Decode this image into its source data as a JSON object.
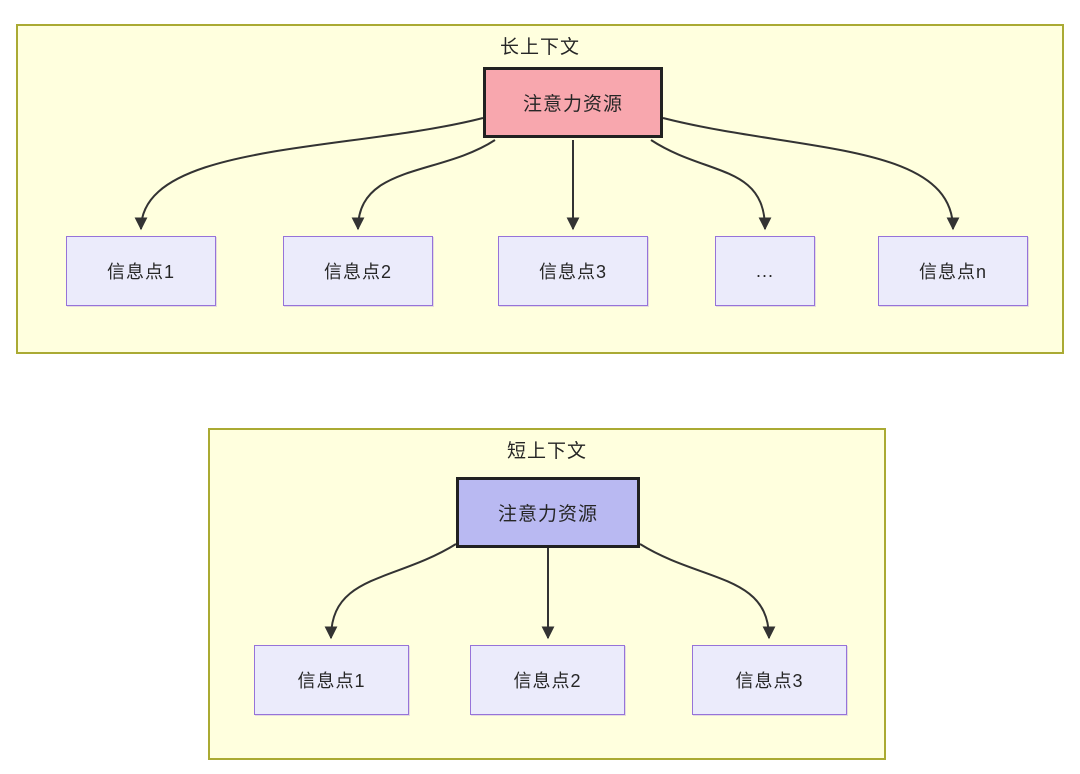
{
  "colors": {
    "container_fill": "#ffffde",
    "container_border": "#aaaa33",
    "long_source_fill": "#f8a7ae",
    "short_source_fill": "#b9b9f2",
    "target_fill": "#ebebfb",
    "target_border": "#9673d9",
    "arrow": "#333333"
  },
  "long_context": {
    "title": "长上下文",
    "source_label": "注意力资源",
    "targets": [
      "信息点1",
      "信息点2",
      "信息点3",
      "...",
      "信息点n"
    ]
  },
  "short_context": {
    "title": "短上下文",
    "source_label": "注意力资源",
    "targets": [
      "信息点1",
      "信息点2",
      "信息点3"
    ]
  }
}
